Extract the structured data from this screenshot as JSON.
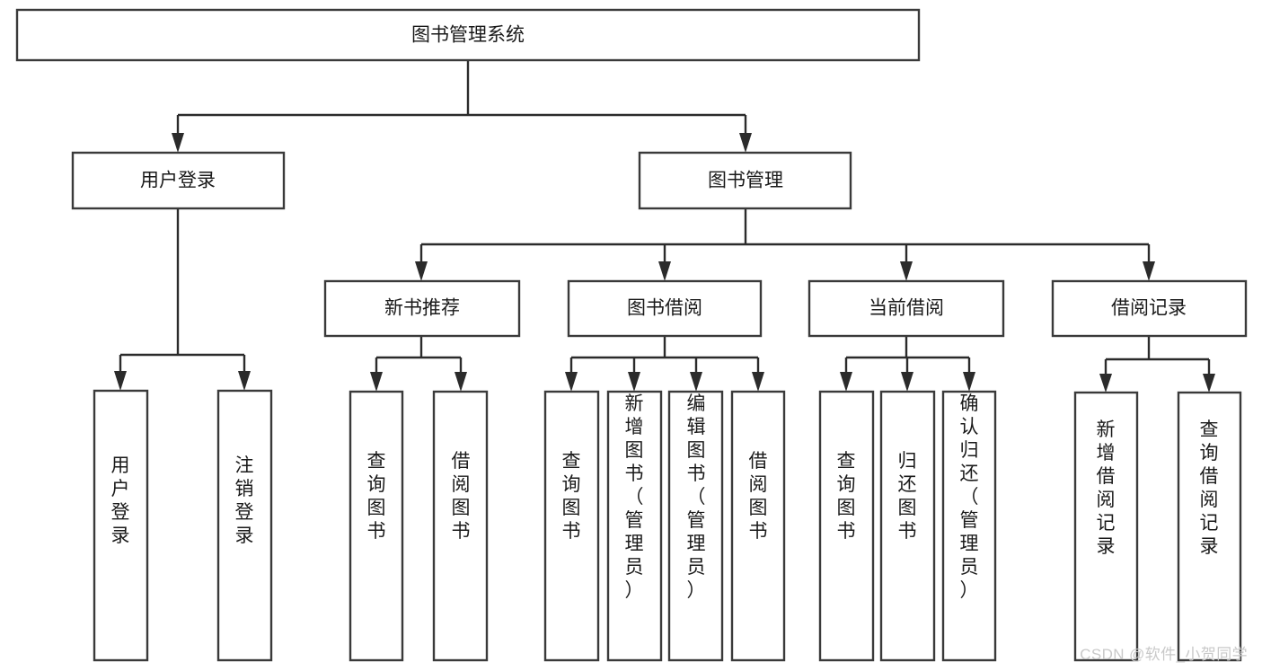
{
  "diagram": {
    "title": "图书管理系统",
    "type": "tree-hierarchy-chart",
    "watermark": "CSDN @软件_小贺同学",
    "colors": {
      "box_fill": "#ffffff",
      "box_stroke": "#3a3a3a",
      "connector": "#2b2b2b",
      "text": "#1a1a1a",
      "background": "#ffffff",
      "watermark": "#c9c9c9"
    },
    "root": {
      "label": "图书管理系统"
    },
    "level2": [
      {
        "label": "用户登录"
      },
      {
        "label": "图书管理"
      }
    ],
    "level3": [
      {
        "label": "新书推荐"
      },
      {
        "label": "图书借阅"
      },
      {
        "label": "当前借阅"
      },
      {
        "label": "借阅记录"
      }
    ],
    "leaves": {
      "user_login": [
        {
          "label": "用户登录"
        },
        {
          "label": "注销登录"
        }
      ],
      "new_book_recommend": [
        {
          "label": "查询图书"
        },
        {
          "label": "借阅图书"
        }
      ],
      "book_borrow": [
        {
          "label": "查询图书"
        },
        {
          "label": "新增图书（管理员）"
        },
        {
          "label": "编辑图书（管理员）"
        },
        {
          "label": "借阅图书"
        }
      ],
      "current_borrow": [
        {
          "label": "查询图书"
        },
        {
          "label": "归还图书"
        },
        {
          "label": "确认归还（管理员）"
        }
      ],
      "borrow_record": [
        {
          "label": "新增借阅记录"
        },
        {
          "label": "查询借阅记录"
        }
      ]
    }
  }
}
